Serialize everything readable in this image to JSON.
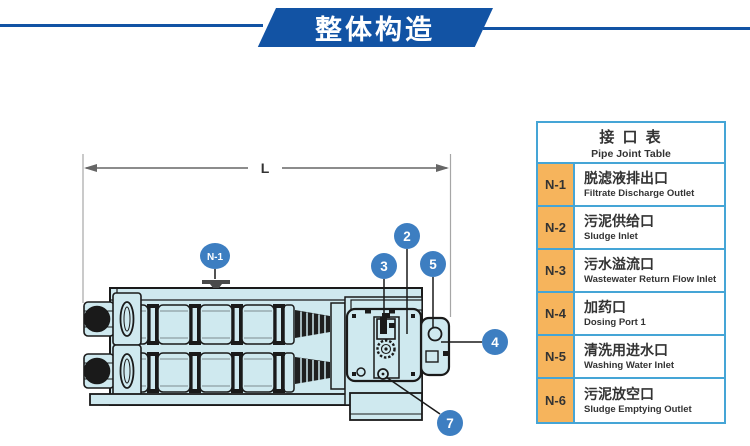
{
  "banner": {
    "title": "整体构造"
  },
  "diagram": {
    "dimension_label": "L",
    "callouts": {
      "n1": "N-1",
      "c2": "2",
      "c3": "3",
      "c5": "5",
      "c4": "4",
      "c7": "7"
    }
  },
  "table": {
    "title_cn": "接 口 表",
    "title_en": "Pipe Joint Table",
    "rows": [
      {
        "id": "N-1",
        "cn": "脱滤液排出口",
        "en": "Filtrate Discharge Outlet"
      },
      {
        "id": "N-2",
        "cn": "污泥供给口",
        "en": "Sludge Inlet"
      },
      {
        "id": "N-3",
        "cn": "污水溢流口",
        "en": "Wastewater Return Flow Inlet"
      },
      {
        "id": "N-4",
        "cn": "加药口",
        "en": "Dosing Port 1"
      },
      {
        "id": "N-5",
        "cn": "清洗用进水口",
        "en": "Washing Water Inlet"
      },
      {
        "id": "N-6",
        "cn": "污泥放空口",
        "en": "Sludge Emptying Outlet"
      }
    ]
  },
  "colors": {
    "banner_blue": "#1253a4",
    "table_border_blue": "#45a5d6",
    "cell_orange": "#f6b45c",
    "callout_blue": "#3d7ec1",
    "machine_fill": "#cfe9ef",
    "outline_dark": "#1a1a1a",
    "dim_line_gray": "#a6a6a6"
  }
}
